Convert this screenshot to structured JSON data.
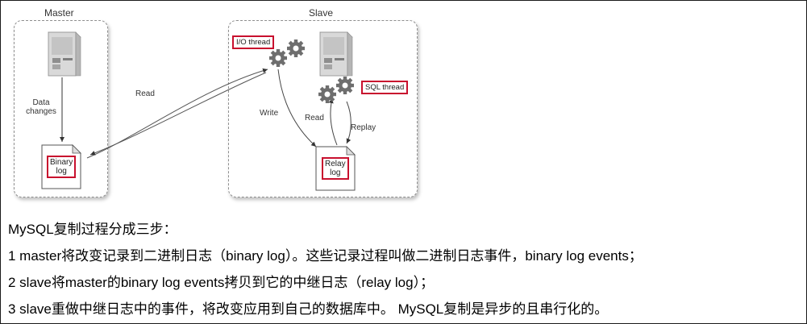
{
  "diagram": {
    "master_title": "Master",
    "slave_title": "Slave",
    "data_changes_label_line1": "Data",
    "data_changes_label_line2": "changes",
    "read_label_master": "Read",
    "write_label": "Write",
    "read_label_slave": "Read",
    "replay_label": "Replay",
    "io_thread_label": "I/O thread",
    "sql_thread_label": "SQL thread",
    "binary_log_line1": "Binary",
    "binary_log_line2": "log",
    "relay_log_line1": "Relay",
    "relay_log_line2": "log",
    "accent_color": "#c8102e",
    "icons": [
      "server-icon",
      "gear-icon",
      "document-icon"
    ]
  },
  "text": {
    "heading": "MySQL复制过程分成三步：",
    "step1": " 1 master将改变记录到二进制日志（binary log）。这些记录过程叫做二进制日志事件，binary log events；",
    "step2": " 2 slave将master的binary log events拷贝到它的中继日志（relay log）；",
    "step3": " 3 slave重做中继日志中的事件，将改变应用到自己的数据库中。 MySQL复制是异步的且串行化的。"
  }
}
